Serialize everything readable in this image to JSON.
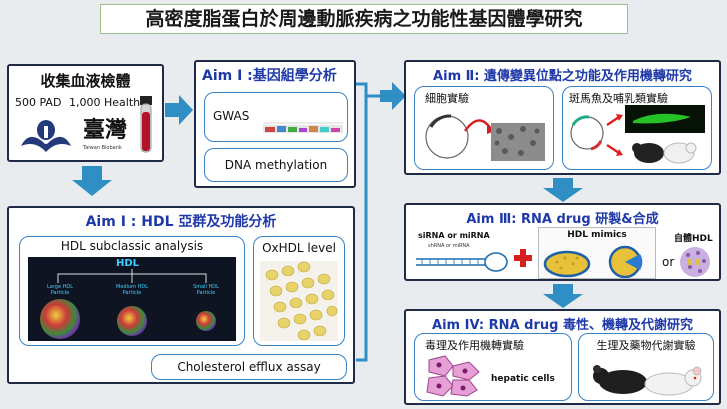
{
  "title": "高密度脂蛋白於周邊動脈疾病之功能性基因體學研究",
  "blood": {
    "heading": "收集血液檢體",
    "line1": "500 PAD",
    "line2": "1,000 Health",
    "logo2_text": "臺灣",
    "logo2_sub": "Taiwan Biobank"
  },
  "aim1a": {
    "heading": "Aim I :基因組學分析",
    "item1": "GWAS",
    "item2": "DNA methylation"
  },
  "aim1b": {
    "heading": "Aim I : HDL 亞群及功能分析",
    "subclass_label": "HDL subclassic analysis",
    "hdl": "HDL",
    "large": "Large HDL Particle",
    "medium": "Medium HDL Particle",
    "small": "Small HDL Particle",
    "oxhdl": "OxHDL level",
    "efflux": "Cholesterol  efflux assay"
  },
  "aim2": {
    "heading": "Aim Ⅱ: 遺傳變異位點之功能及作用機轉研究",
    "cell": "細胞實驗",
    "animal": "斑馬魚及哺乳類實驗"
  },
  "aim3": {
    "heading": "Aim Ⅲ: RNA drug 研製&合成",
    "sirna": "siRNA or miRNA",
    "sirna_sub": "shRNA or miRNA",
    "mimics": "HDL mimics",
    "or": "or",
    "autologous": "自體HDL"
  },
  "aim4": {
    "heading": "Aim IV: RNA drug 毒性、機轉及代謝研究",
    "tox": "毒理及作用機轉實驗",
    "hepatic": "hepatic cells",
    "pk": "生理及藥物代謝實驗"
  },
  "colors": {
    "arrow": "#2f8fc4",
    "accent": "#1f3aa8",
    "border": "#1f2a44"
  }
}
